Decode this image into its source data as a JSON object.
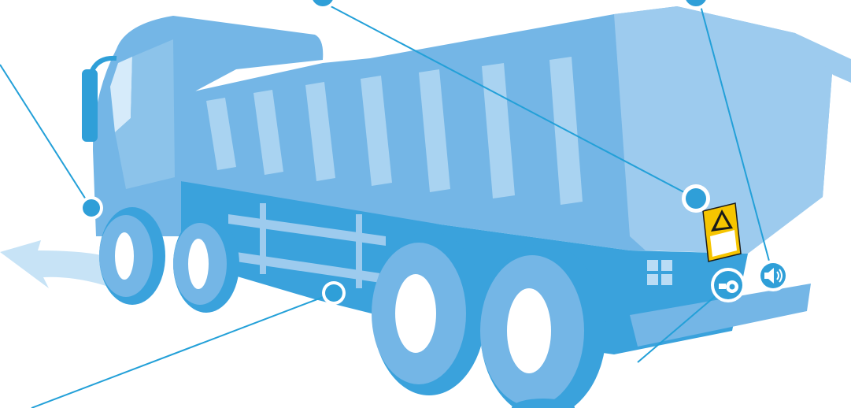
{
  "colors": {
    "background": "#ffffff",
    "body_light": "#9dcbee",
    "body_mid": "#74b6e6",
    "body_dark": "#3aa2dc",
    "accent": "#2f9fd8",
    "callout_line": "#23a0d8",
    "warning_label": "#f6c500"
  },
  "illustration": {
    "subject": "dump-truck",
    "icons": [
      "warning-sign-icon",
      "camera-icon",
      "speaker-icon",
      "reverse-arrow-icon"
    ]
  },
  "callouts": [
    {
      "name": "callout-mirror"
    },
    {
      "name": "callout-side-guard"
    },
    {
      "name": "callout-warning-label"
    },
    {
      "name": "callout-rear-camera"
    },
    {
      "name": "callout-reverse-alarm"
    }
  ]
}
